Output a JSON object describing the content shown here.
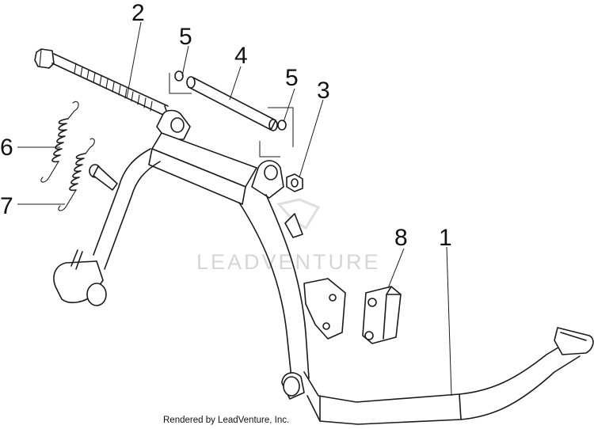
{
  "callouts": {
    "c1": "1",
    "c2": "2",
    "c3": "3",
    "c4": "4",
    "c5a": "5",
    "c5b": "5",
    "c6": "6",
    "c7": "7",
    "c8": "8"
  },
  "watermark": "LEADVENTURE",
  "footer": "Rendered by LeadVenture, Inc.",
  "colors": {
    "line": "#1a1a1a",
    "watermark": "#d6d6d6",
    "background": "#ffffff"
  }
}
